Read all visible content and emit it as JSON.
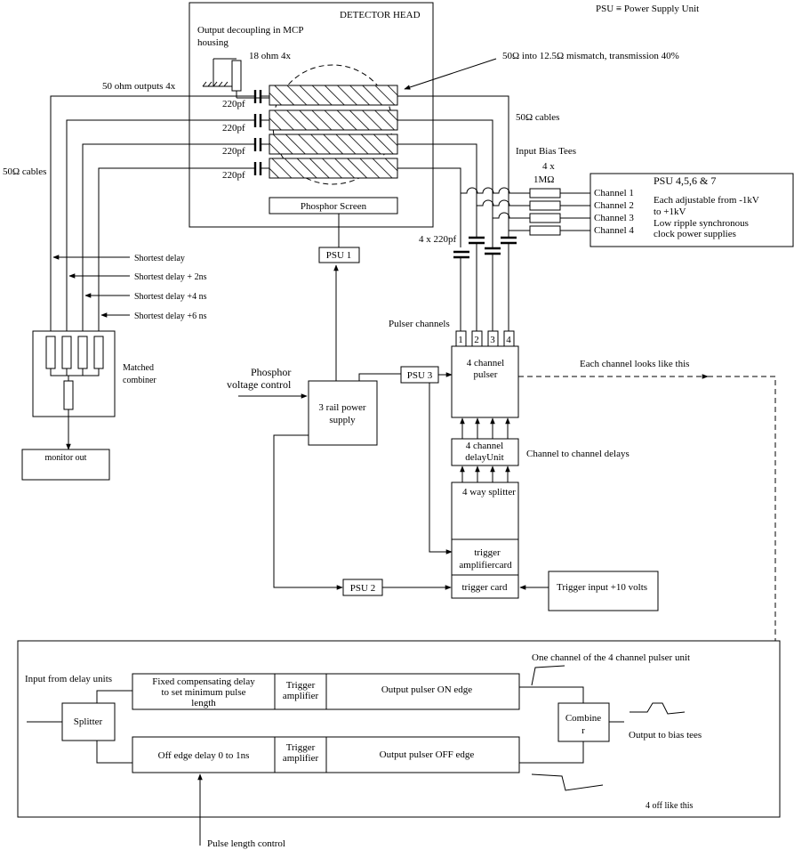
{
  "legend_psu": "PSU  ≡ Power Supply Unit",
  "detector_head": {
    "title": "DETECTOR HEAD",
    "decoupling_line1": "Output decoupling in MCP",
    "decoupling_line2": "housing",
    "resistor_label": "18 ohm  4x",
    "cap_labels": [
      "220pf",
      "220pf",
      "220pf",
      "220pf"
    ],
    "phosphor_screen": "Phosphor Screen"
  },
  "mismatch_note": "50Ω into 12.5Ω mismatch, transmission 40%",
  "outputs_label": "50 ohm outputs  4x",
  "cables_left": "50Ω cables",
  "cables_right": "50Ω cables",
  "bias_tees": {
    "title": "Input Bias Tees",
    "res_count": "4 x",
    "res_value": "1MΩ",
    "cap_label": "4 x 220pf"
  },
  "psu_block": {
    "title": "PSU 4,5,6 & 7",
    "channels": [
      "Channel 1",
      "Channel 2",
      "Channel 3",
      "Channel 4"
    ],
    "desc": [
      "Each  adjustable from -1kV",
      "to +1kV",
      "Low ripple synchronous",
      "clock power supplies"
    ]
  },
  "delays": [
    "Shortest delay",
    "Shortest delay + 2ns",
    "Shortest delay +4 ns",
    "Shortest delay +6 ns"
  ],
  "combiner": {
    "label1": "Matched",
    "label2": "combiner",
    "monitor": "monitor out"
  },
  "psu1": "PSU 1",
  "psu2": "PSU 2",
  "psu3": "PSU 3",
  "phosphor_control": [
    "Phosphor",
    "voltage control"
  ],
  "power_supply": [
    "3 rail power",
    "supply"
  ],
  "pulser_channels_label": "Pulser channels",
  "channel_numbers": [
    "1",
    "2",
    "3",
    "4"
  ],
  "pulser": [
    "4 channel",
    "pulser"
  ],
  "looks_like": "Each channel looks like this",
  "delay_unit": [
    "4 channel",
    "delayUnit"
  ],
  "channel_delays": "Channel to channel delays",
  "splitter4": "4 way splitter",
  "trigger_amp": [
    "trigger",
    "amplifiercard"
  ],
  "trigger_card": "trigger card",
  "trigger_input": "Trigger input  +10 volts",
  "detail": {
    "title": "One channel of the 4 channel pulser unit",
    "input_label": "Input from delay units",
    "splitter": "Splitter",
    "fixed_delay": [
      "Fixed compensating delay",
      "to set minimum pulse",
      "length"
    ],
    "trigger_amp": [
      "Trigger",
      "amplifier"
    ],
    "on_edge": "Output pulser ON edge",
    "off_delay": "Off edge delay 0 to 1ns",
    "off_edge": "Output pulser OFF edge",
    "combiner": [
      "Combine",
      "r"
    ],
    "output": "Output to bias tees",
    "count": "4 off like this",
    "pulse_control": "Pulse length control"
  }
}
